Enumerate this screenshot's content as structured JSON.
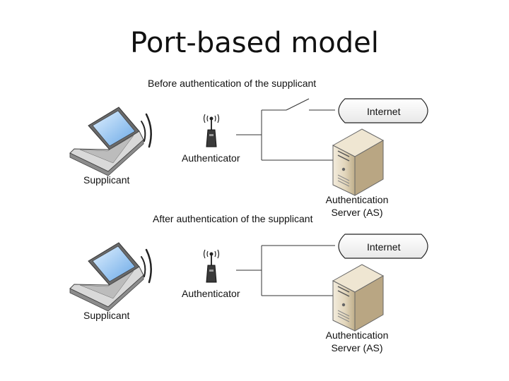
{
  "title": "Port-based model",
  "before": {
    "caption": "Before authentication of the supplicant",
    "internet": "Internet",
    "authenticator": "Authenticator",
    "supplicant": "Supplicant",
    "server_line1": "Authentication",
    "server_line2": "Server (AS)"
  },
  "after": {
    "caption": "After authentication of the supplicant",
    "internet": "Internet",
    "authenticator": "Authenticator",
    "supplicant": "Supplicant",
    "server_line1": "Authentication",
    "server_line2": "Server (AS)"
  },
  "states": {
    "before_port": "open",
    "after_port": "closed"
  }
}
